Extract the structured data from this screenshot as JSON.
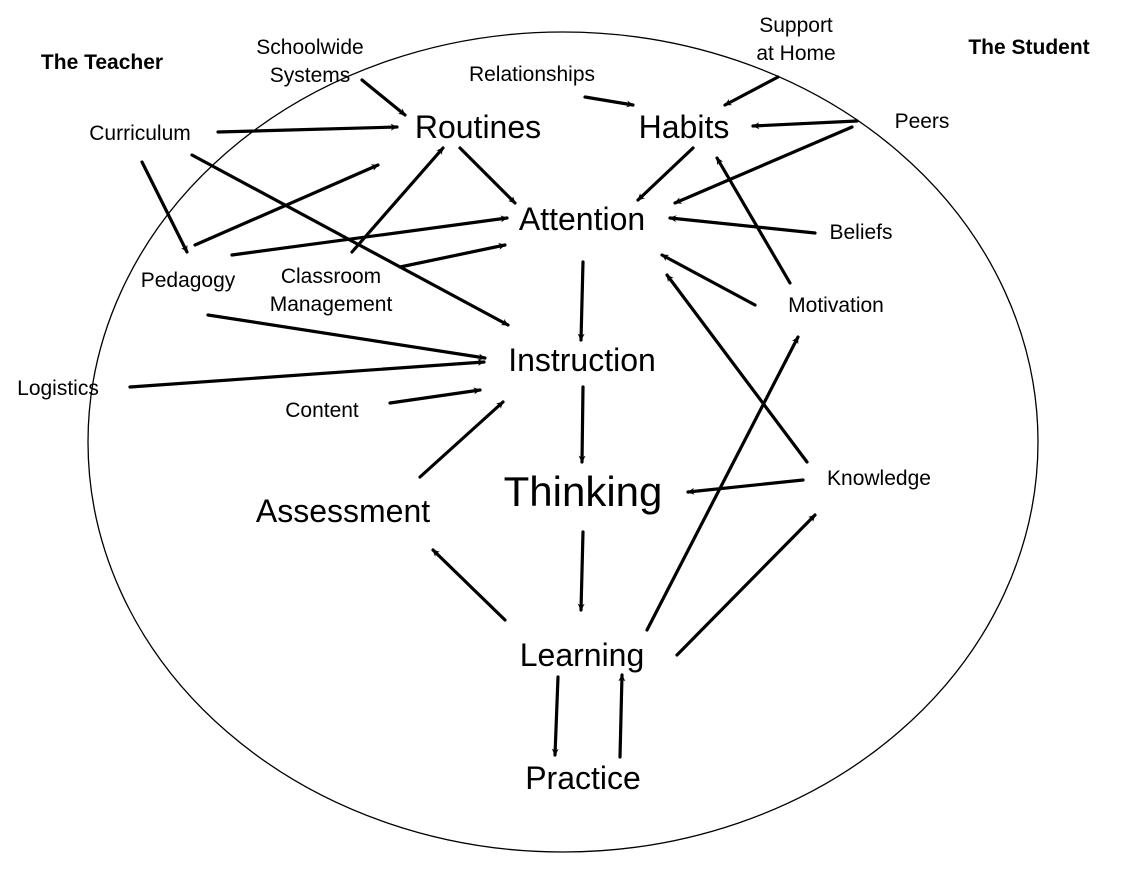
{
  "diagram": {
    "headers": {
      "teacher": "The Teacher",
      "student": "The Student"
    },
    "nodes": {
      "schoolwide_line1": "Schoolwide",
      "schoolwide_line2": "Systems",
      "relationships": "Relationships",
      "support_line1": "Support",
      "support_line2": "at Home",
      "curriculum": "Curriculum",
      "routines": "Routines",
      "habits": "Habits",
      "peers": "Peers",
      "attention": "Attention",
      "beliefs": "Beliefs",
      "pedagogy": "Pedagogy",
      "classroom_line1": "Classroom",
      "classroom_line2": "Management",
      "motivation": "Motivation",
      "instruction": "Instruction",
      "logistics": "Logistics",
      "content": "Content",
      "thinking": "Thinking",
      "knowledge": "Knowledge",
      "assessment": "Assessment",
      "learning": "Learning",
      "practice": "Practice"
    },
    "edges": [
      {
        "from": "Schoolwide Systems",
        "to": "Routines"
      },
      {
        "from": "Curriculum",
        "to": "Routines"
      },
      {
        "from": "Curriculum",
        "to": "Pedagogy"
      },
      {
        "from": "Curriculum",
        "to": "Instruction"
      },
      {
        "from": "Relationships",
        "to": "Habits"
      },
      {
        "from": "Support at Home",
        "to": "Habits"
      },
      {
        "from": "Peers",
        "to": "Habits"
      },
      {
        "from": "Peers",
        "to": "Attention"
      },
      {
        "from": "Routines",
        "to": "Attention"
      },
      {
        "from": "Habits",
        "to": "Attention"
      },
      {
        "from": "Pedagogy",
        "to": "Routines"
      },
      {
        "from": "Pedagogy",
        "to": "Attention"
      },
      {
        "from": "Pedagogy",
        "to": "Instruction"
      },
      {
        "from": "Classroom Management",
        "to": "Routines"
      },
      {
        "from": "Classroom Management",
        "to": "Attention"
      },
      {
        "from": "Beliefs",
        "to": "Attention"
      },
      {
        "from": "Motivation",
        "to": "Attention"
      },
      {
        "from": "Motivation",
        "to": "Habits"
      },
      {
        "from": "Knowledge",
        "to": "Attention"
      },
      {
        "from": "Knowledge",
        "to": "Thinking"
      },
      {
        "from": "Attention",
        "to": "Instruction"
      },
      {
        "from": "Logistics",
        "to": "Instruction"
      },
      {
        "from": "Content",
        "to": "Instruction"
      },
      {
        "from": "Assessment",
        "to": "Instruction"
      },
      {
        "from": "Instruction",
        "to": "Thinking"
      },
      {
        "from": "Thinking",
        "to": "Learning"
      },
      {
        "from": "Learning",
        "to": "Assessment"
      },
      {
        "from": "Learning",
        "to": "Practice"
      },
      {
        "from": "Practice",
        "to": "Learning"
      },
      {
        "from": "Learning",
        "to": "Knowledge"
      },
      {
        "from": "Learning",
        "to": "Motivation"
      }
    ]
  }
}
